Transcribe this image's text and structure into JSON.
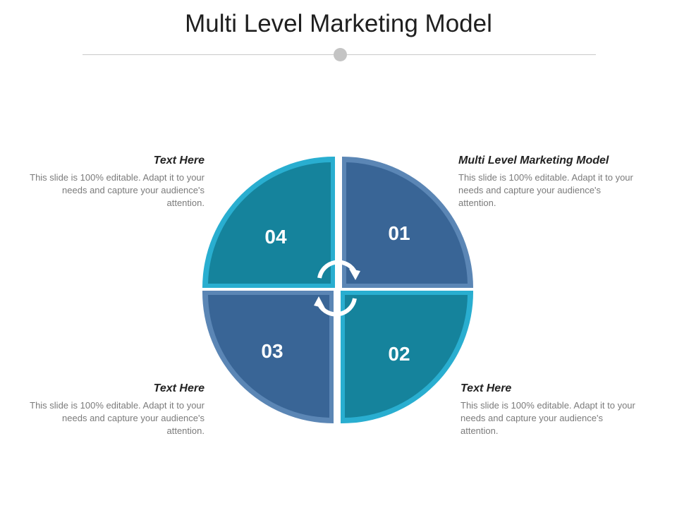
{
  "title": "Multi Level Marketing Model",
  "colors": {
    "teal_fill": "#15839c",
    "teal_ring": "#29aed0",
    "blue_fill": "#396596",
    "blue_ring": "#5b86b5",
    "rule": "#c9c9c9",
    "arrows": "#ffffff"
  },
  "segments": [
    {
      "number": "01",
      "color": "blue"
    },
    {
      "number": "02",
      "color": "teal"
    },
    {
      "number": "03",
      "color": "blue"
    },
    {
      "number": "04",
      "color": "teal"
    }
  ],
  "blocks": {
    "top_right": {
      "title": "Multi Level Marketing Model",
      "body": "This slide is 100% editable. Adapt it to your needs and capture your audience's attention."
    },
    "bottom_right": {
      "title": "Text Here",
      "body": "This slide is 100% editable. Adapt it to your needs and capture your audience's attention."
    },
    "bottom_left": {
      "title": "Text Here",
      "body": "This slide is 100% editable. Adapt it to your needs and capture your audience's attention."
    },
    "top_left": {
      "title": "Text Here",
      "body": "This slide is 100% editable. Adapt it to your needs and capture your audience's attention."
    }
  },
  "center_icon": "cycle-arrows-icon"
}
